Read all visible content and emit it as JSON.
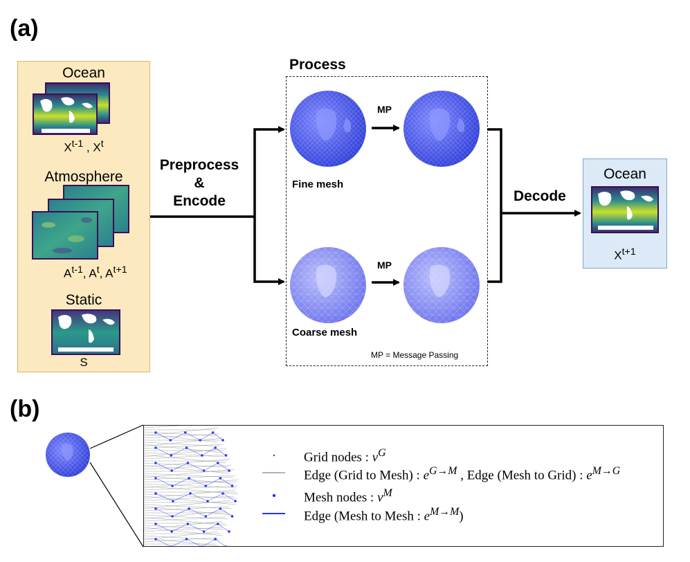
{
  "panel_a_label": "(a)",
  "panel_b_label": "(b)",
  "inputs": {
    "ocean_title": "Ocean",
    "ocean_sub": "X",
    "ocean_sub_sup1": "t-1",
    "ocean_sub_sep": " , X",
    "ocean_sub_sup2": "t",
    "atmos_title": "Atmosphere",
    "atmos_sub": "A",
    "atmos_sup1": "t-1",
    "atmos_sep1": ", A",
    "atmos_sup2": "t",
    "atmos_sep2": ", A",
    "atmos_sup3": "t+1",
    "static_title": "Static",
    "static_sub": "S"
  },
  "encode_label_1": "Preprocess",
  "encode_label_2": "&",
  "encode_label_3": "Encode",
  "process": {
    "title": "Process",
    "mp_top": "MP",
    "mp_bottom": "MP",
    "fine_mesh": "Fine mesh",
    "coarse_mesh": "Coarse mesh",
    "footnote": "MP = Message Passing"
  },
  "decode_label": "Decode",
  "output": {
    "title": "Ocean",
    "sub": "X",
    "sub_sup": "t+1"
  },
  "legend": {
    "grid_nodes": "Grid nodes : ",
    "grid_nodes_sym": "v",
    "grid_nodes_sup": "G",
    "edge_g2m": "Edge (Grid to Mesh) : ",
    "edge_g2m_sym": "e",
    "edge_g2m_sup": "G→M",
    "edge_m2g": " , Edge (Mesh to Grid) : ",
    "edge_m2g_sym": "e",
    "edge_m2g_sup": "M→G",
    "mesh_nodes": "Mesh nodes : ",
    "mesh_nodes_sym": "v",
    "mesh_nodes_sup": "M",
    "edge_m2m": "Edge (Mesh to Mesh : ",
    "edge_m2m_sym": "e",
    "edge_m2m_sup": "M→M",
    "edge_m2m_close": ")"
  },
  "colors": {
    "input_panel": "#fde9bf",
    "output_panel": "#dce9f6",
    "globe_fine": "#3f4fe6",
    "globe_coarse": "#7d84f0",
    "map_ocean_low": "#2b8c8d",
    "map_ocean_high": "#c8e02a",
    "map_frame": "#3a0f54",
    "mesh_edge": "#2233ff",
    "grid_edge": "#9a9a9a"
  },
  "icons": [
    "ocean-map-icon",
    "atmosphere-map-icon",
    "static-map-icon",
    "globe-icon",
    "arrow-icon"
  ]
}
